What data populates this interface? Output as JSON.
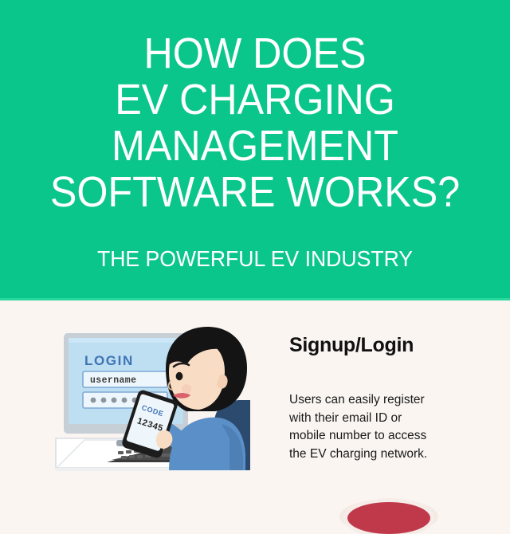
{
  "hero": {
    "background_color": "#0BC68A",
    "text_color": "#FFFFFF",
    "title_lines": [
      "HOW DOES",
      "EV CHARGING",
      "MANAGEMENT",
      "SOFTWARE WORKS?"
    ],
    "subtitle": "THE POWERFUL EV INDUSTRY"
  },
  "content": {
    "background_color": "#FAF5F1",
    "section": {
      "heading": "Signup/Login",
      "body_lines": [
        "Users can easily register",
        "with their email ID or",
        "mobile number to access",
        "the EV charging network."
      ]
    },
    "illustration": {
      "name": "person-logging-in-at-computer",
      "screen": {
        "title": "LOGIN",
        "username_value": "username",
        "password_dots": 6
      },
      "phone": {
        "label": "CODE",
        "code": "12345"
      },
      "colors": {
        "shirt": "#5B8FC7",
        "chair": "#2C4A6E",
        "hair": "#141414",
        "skin": "#F8DCC4",
        "monitor_screen": "#BEDEF2",
        "monitor_frame": "#C6CED6",
        "desk": "#FFFFFF",
        "keyboard": "#3A3A3A"
      }
    },
    "bottom_badge": {
      "name": "red-circle-badge-cutoff",
      "color": "#C0394B"
    }
  }
}
